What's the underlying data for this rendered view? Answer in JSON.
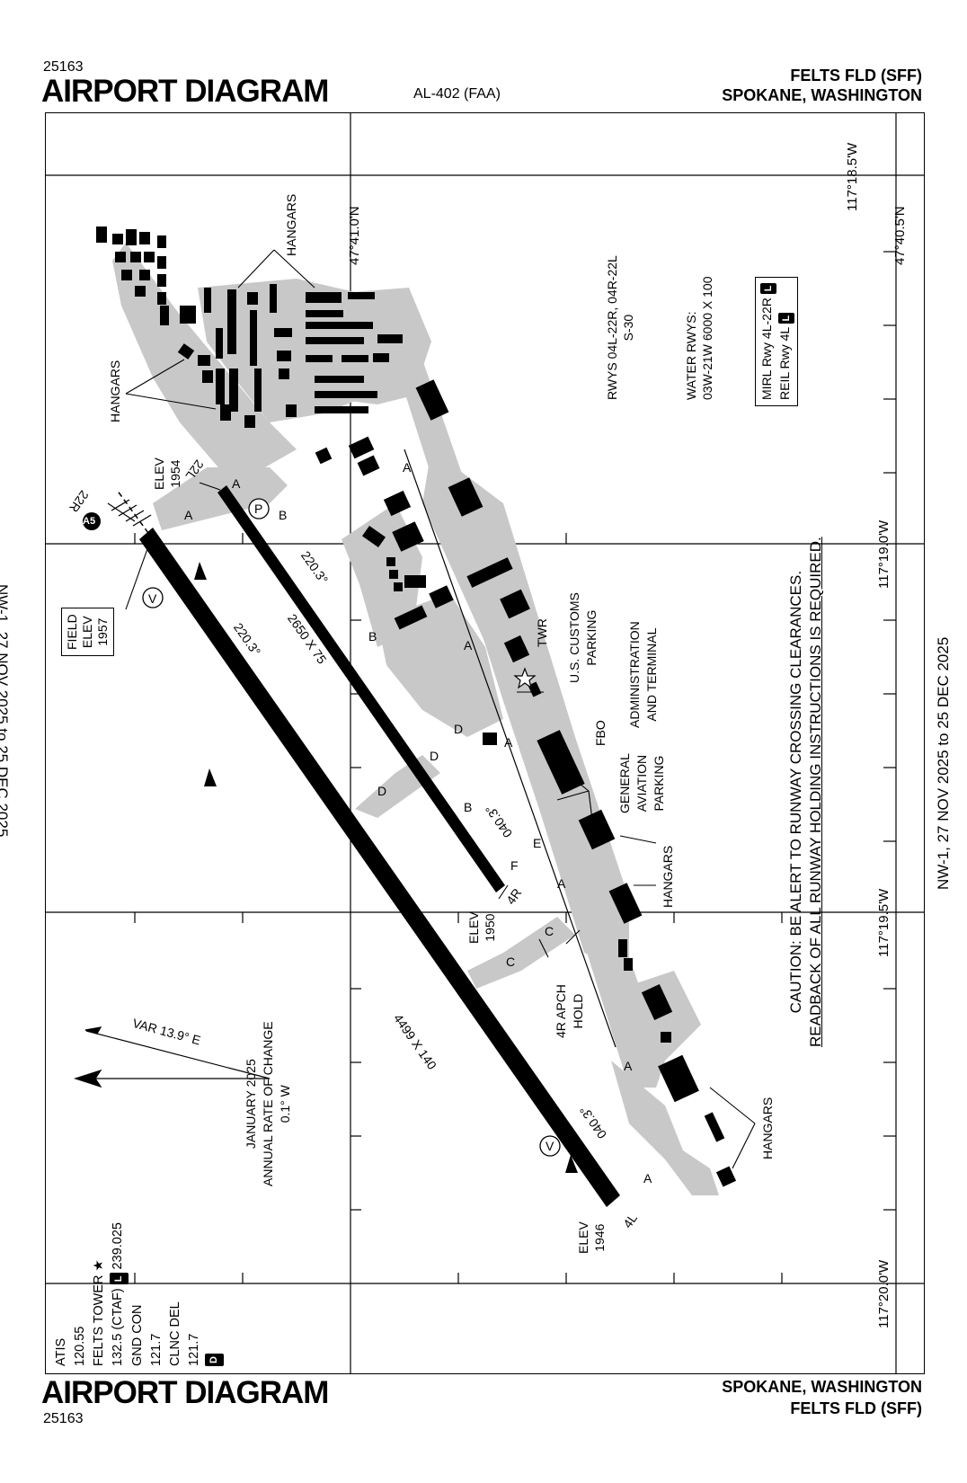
{
  "header": {
    "chart_id": "25163",
    "title": "AIRPORT DIAGRAM",
    "procedure_number": "AL-402 (FAA)",
    "airport_name": "FELTS FLD (SFF)",
    "location": "SPOKANE, WASHINGTON"
  },
  "footer": {
    "chart_id": "25163",
    "title": "AIRPORT DIAGRAM",
    "airport_name": "FELTS FLD (SFF)",
    "location": "SPOKANE, WASHINGTON"
  },
  "effective_dates": {
    "left": "NW-1, 27 NOV 2025 to 25 DEC 2025",
    "right": "NW-1, 27 NOV 2025 to 25 DEC 2025"
  },
  "coordinates": {
    "lon_top_right": "117°18.5'W",
    "lon_19_0": "117°19.0'W",
    "lon_19_5": "117°19.5'W",
    "lon_20_0": "117°20.0'W",
    "lat_41_0": "47°41.0'N",
    "lat_40_5": "47°40.5'N"
  },
  "runway_info": {
    "rwys_line1": "RWYS 04L-22R, 04R-22L",
    "rwys_line2": "S-30",
    "water_line1": "WATER RWYS:",
    "water_line2": "03W-21W 6000 X 100",
    "lighting_line1": "MIRL Rwy 4L-22R",
    "lighting_line2": "REIL Rwy 4L",
    "lighting_badge": "L"
  },
  "caution": {
    "line1": "CAUTION: BE ALERT TO RUNWAY CROSSING CLEARANCES.",
    "line2": "READBACK OF ALL RUNWAY HOLDING INSTRUCTIONS IS REQUIRED."
  },
  "frequencies": {
    "atis_label": "ATIS",
    "atis_freq": "120.55",
    "tower_label": "FELTS TOWER ★",
    "tower_freq": "132.5 (CTAF)",
    "tower_badge": "L",
    "tower_alt": "239.025",
    "gnd_label": "GND CON",
    "gnd_freq": "121.7",
    "clnc_label": "CLNC DEL",
    "clnc_freq": "121.7",
    "d_badge": "D"
  },
  "magnetic": {
    "var": "VAR 13.9° E",
    "epoch": "JANUARY 2025",
    "rate_label": "ANNUAL RATE OF CHANGE",
    "rate": "0.1° W"
  },
  "field_elev": {
    "line1": "FIELD",
    "line2": "ELEV",
    "line3": "1957"
  },
  "elevations": {
    "rwy22l_label": "ELEV",
    "rwy22l_value": "1954",
    "rwy4r_label": "ELEV",
    "rwy4r_value": "1950",
    "rwy4l_label": "ELEV",
    "rwy4l_value": "1946"
  },
  "runways": {
    "rwy_22r": "22R",
    "rwy_22l": "22L",
    "rwy_4r": "4R",
    "rwy_4l": "4L",
    "long_dims": "4499 X 140",
    "short_dims": "2650 X 75",
    "hdg_220_long": "220.3°",
    "hdg_220_short": "220.3°",
    "hdg_040_long": "040.3°",
    "hdg_040_short": "040.3°"
  },
  "labels": {
    "hangars": "HANGARS",
    "tower": "TWR",
    "customs_1": "U.S. CUSTOMS",
    "customs_2": "PARKING",
    "admin_1": "ADMINISTRATION",
    "admin_2": "AND TERMINAL",
    "fbo": "FBO",
    "ga_1": "GENERAL",
    "ga_2": "AVIATION",
    "ga_3": "PARKING",
    "apch_hold_1": "4R APCH",
    "apch_hold_2": "HOLD",
    "a5": "A5",
    "v": "V",
    "p": "P"
  },
  "taxiways": {
    "a": "A",
    "b": "B",
    "c": "C",
    "d": "D",
    "e": "E",
    "f": "F"
  },
  "colors": {
    "pavement": "#c8c8c8",
    "runway": "#000000",
    "building": "#000000",
    "ink": "#000000"
  }
}
